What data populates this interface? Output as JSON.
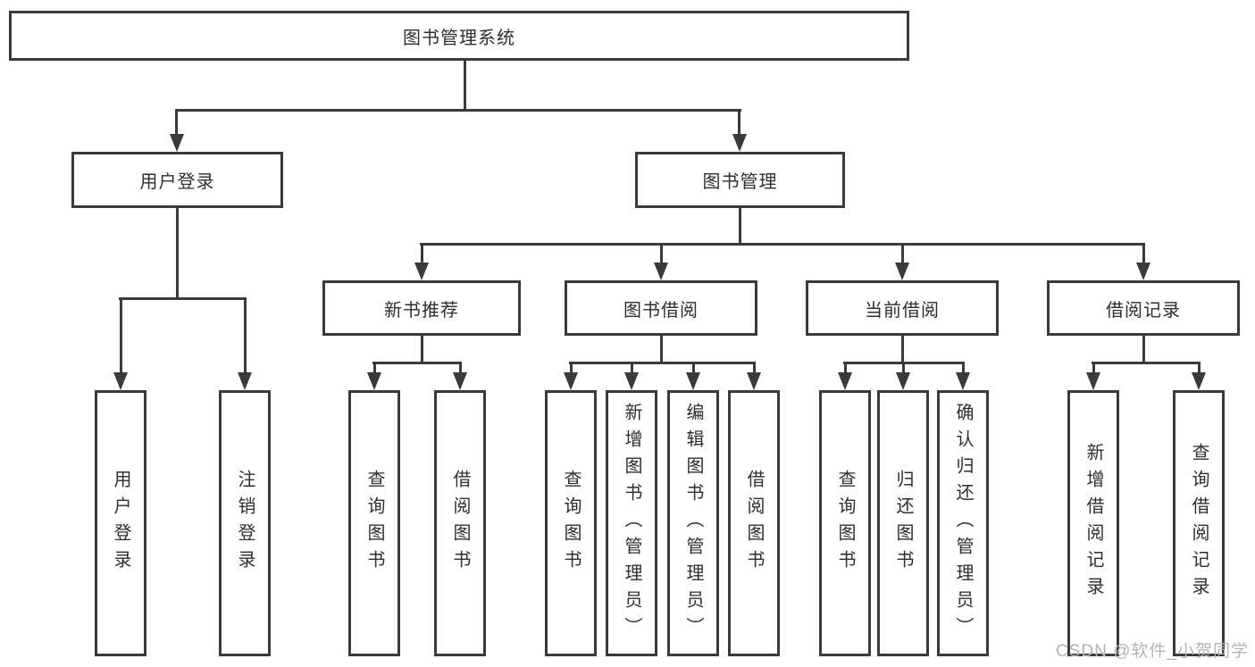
{
  "page": {
    "watermark": "CSDN @软件_小贺同学"
  },
  "diagram": {
    "type": "function-tree",
    "colors": {
      "line": "#3a3a3a",
      "text": "#2e2e2e",
      "box_bg": "#ffffff",
      "watermark": "#b3b3b3"
    },
    "root": {
      "label": "图书管理系统"
    },
    "branches": [
      {
        "label": "用户登录",
        "children": [
          {
            "label": "用户登录"
          },
          {
            "label": "注销登录"
          }
        ]
      },
      {
        "label": "图书管理",
        "children": [
          {
            "label": "新书推荐",
            "children": [
              {
                "label": "查询图书"
              },
              {
                "label": "借阅图书"
              }
            ]
          },
          {
            "label": "图书借阅",
            "children": [
              {
                "label": "查询图书"
              },
              {
                "label": "新增图书（管理员）"
              },
              {
                "label": "编辑图书（管理员）"
              },
              {
                "label": "借阅图书"
              }
            ]
          },
          {
            "label": "当前借阅",
            "children": [
              {
                "label": "查询图书"
              },
              {
                "label": "归还图书"
              },
              {
                "label": "确认归还（管理员）"
              }
            ]
          },
          {
            "label": "借阅记录",
            "children": [
              {
                "label": "新增借阅记录"
              },
              {
                "label": "查询借阅记录"
              }
            ]
          }
        ]
      }
    ]
  }
}
